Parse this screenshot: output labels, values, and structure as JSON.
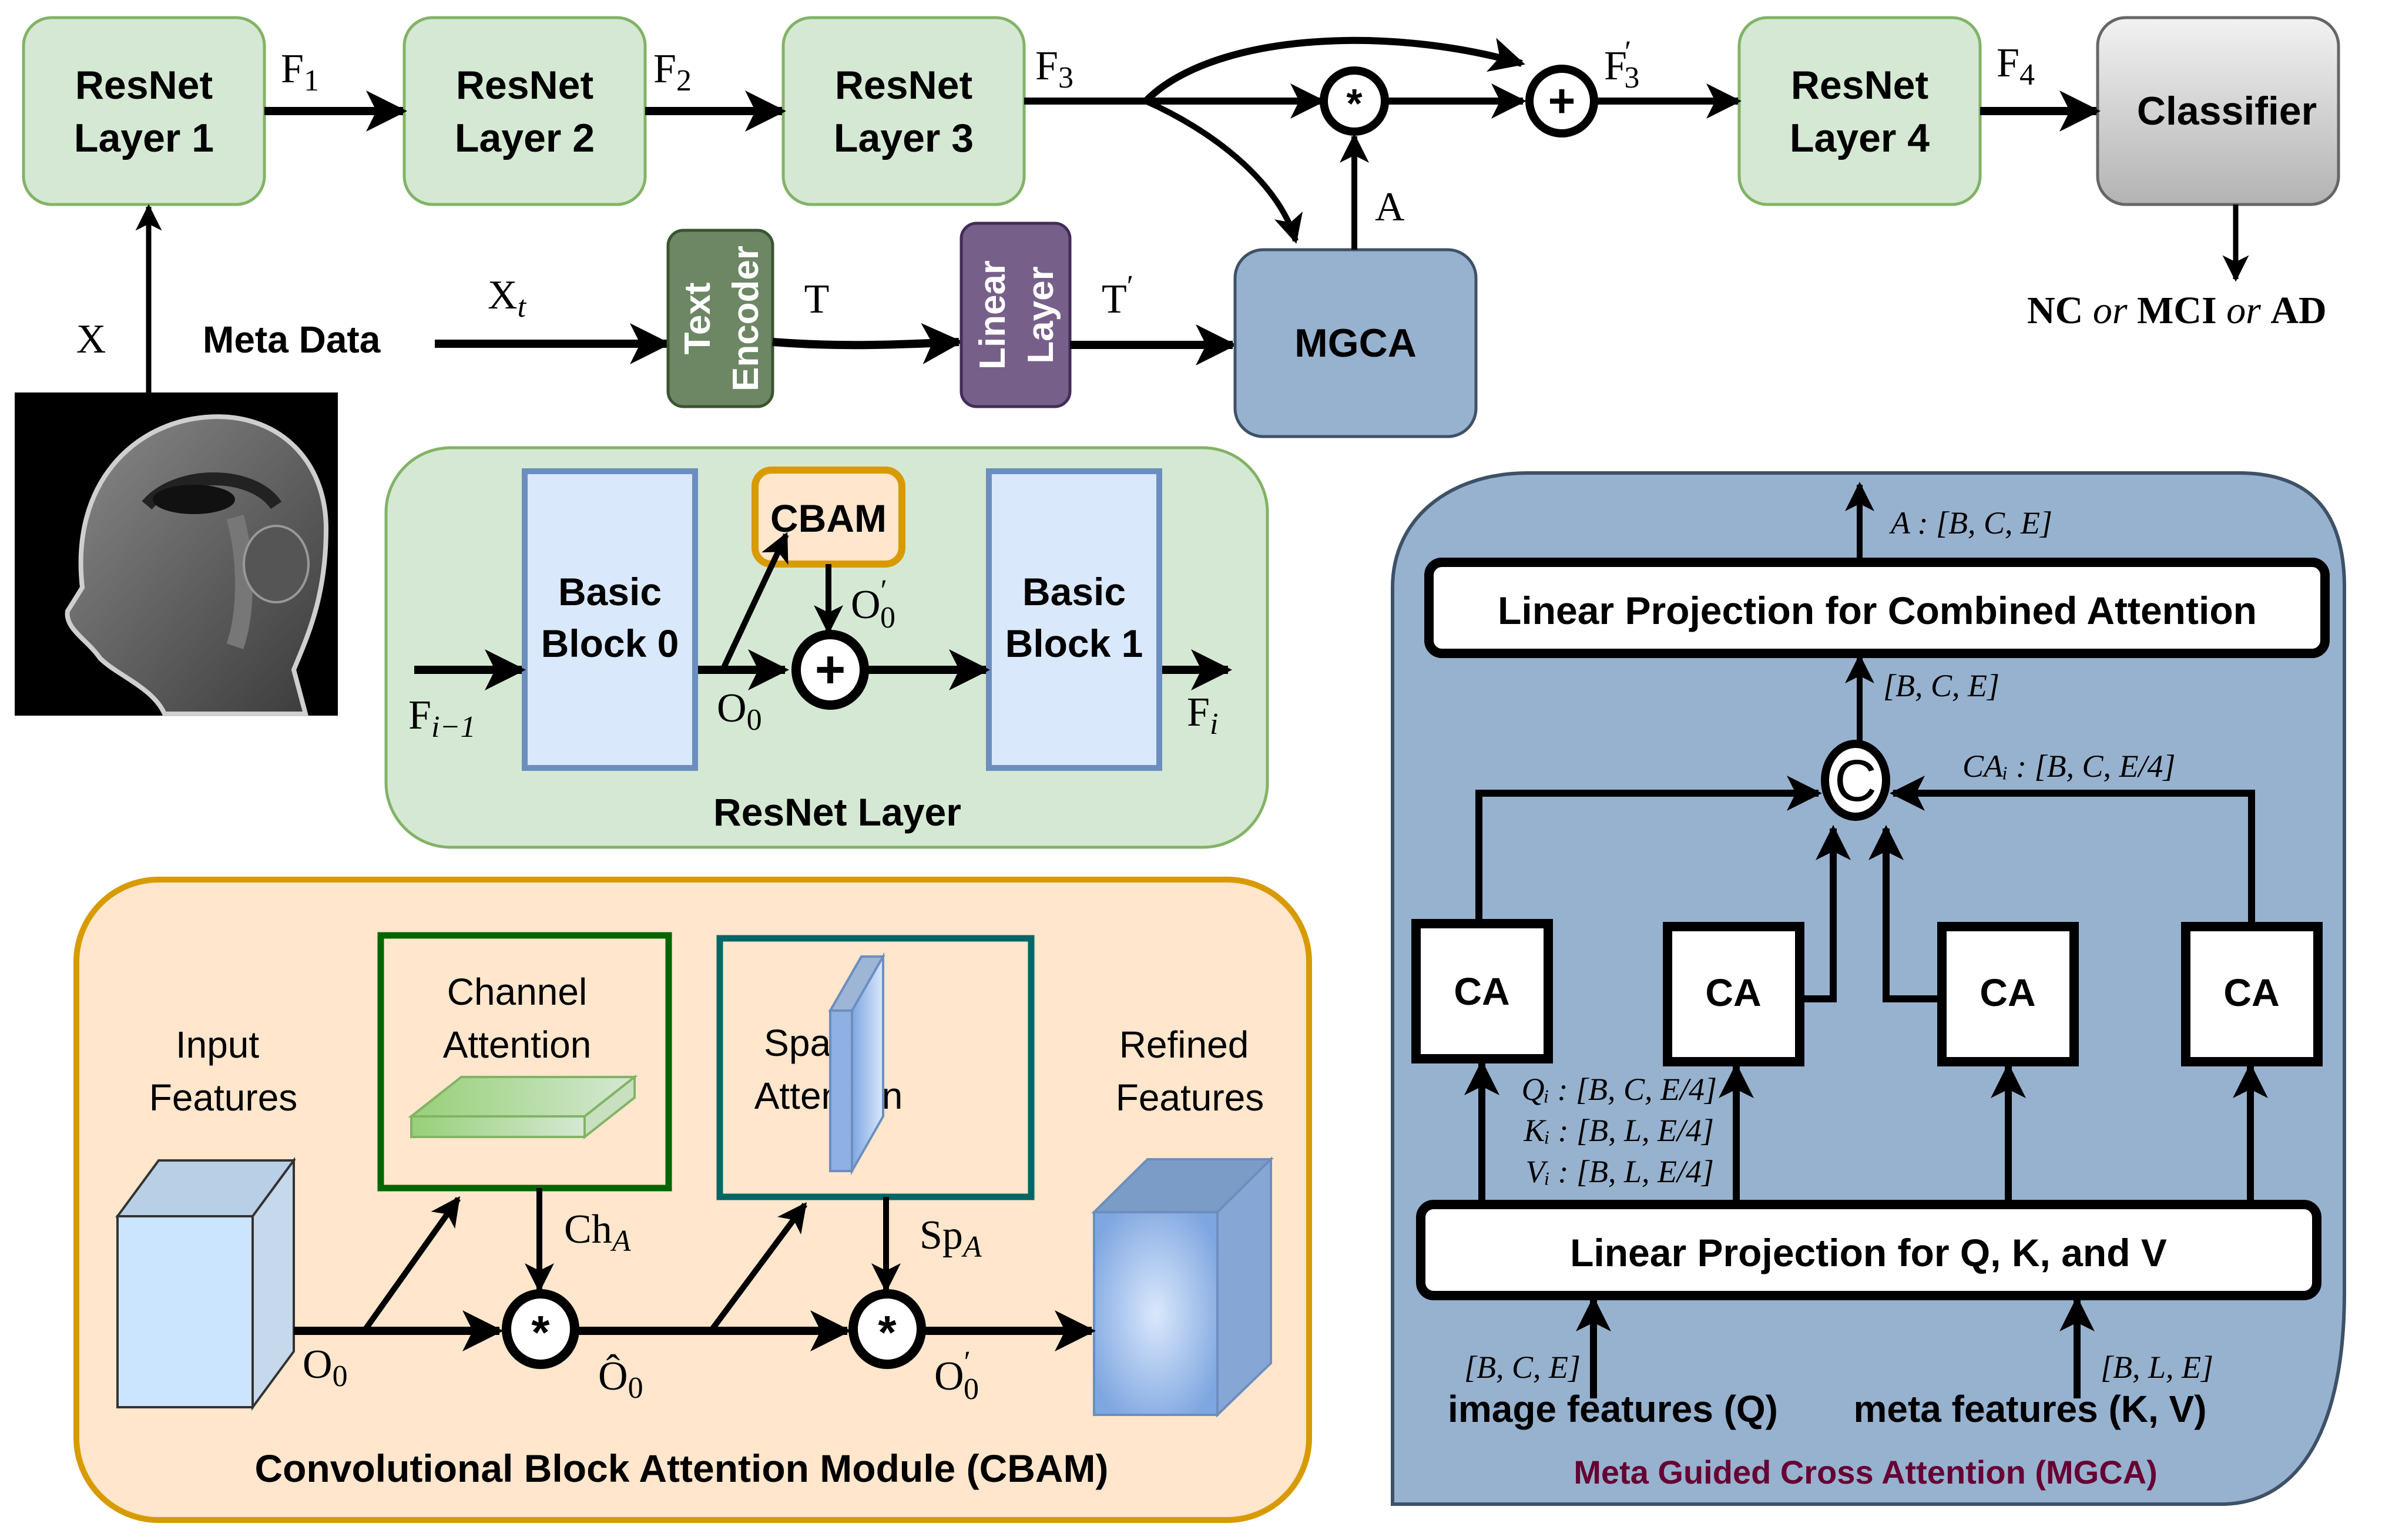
{
  "diagram": {
    "title": "ResNet + CBAM + Meta Guided Cross Attention pipeline for NC / MCI / AD classification",
    "colors": {
      "resnet_fill": "#d5e8d4",
      "resnet_stroke": "#82b366",
      "classifier_fill_top": "#f2f2f2",
      "classifier_fill_bottom": "#b3b3b3",
      "classifier_stroke": "#666666",
      "text_encoder_fill": "#6d8764",
      "text_encoder_stroke": "#3a5431",
      "linear_layer_fill": "#76608a",
      "linear_layer_stroke": "#432d57",
      "mgca_fill": "#97b2cf",
      "mgca_stroke": "#3e5166",
      "cbam_fill": "#ffe6cc",
      "cbam_stroke": "#d79b00",
      "basic_block_fill": "#dae8fc",
      "basic_block_stroke": "#6c8ebf",
      "channel_attention_stroke": "#006600",
      "spatial_attention_stroke": "#006666",
      "mgca_title_color": "#660033"
    },
    "top_pipeline": {
      "resnet_layers": [
        {
          "line1": "ResNet",
          "line2": "Layer 1"
        },
        {
          "line1": "ResNet",
          "line2": "Layer 2"
        },
        {
          "line1": "ResNet",
          "line2": "Layer 3"
        },
        {
          "line1": "ResNet",
          "line2": "Layer 4"
        }
      ],
      "feature_labels": {
        "f1": "F",
        "f1_sub": "1",
        "f2": "F",
        "f2_sub": "2",
        "f3": "F",
        "f3_sub": "3",
        "f3p": "F",
        "f3p_sub": "3",
        "f3p_sup": "′",
        "f4": "F",
        "f4_sub": "4"
      },
      "multiply_op": "*",
      "add_op": "+",
      "attention_label": "A",
      "classifier": "Classifier",
      "output": {
        "c1": "NC",
        "or1": "or",
        "c2": "MCI",
        "or2": "or",
        "c3": "AD"
      },
      "image_input_label": "X",
      "image_icon": "brain-mri-sagittal",
      "meta_data_label": "Meta Data",
      "xt_label": "X",
      "xt_sub": "t",
      "text_encoder": {
        "line1": "Text",
        "line2": "Encoder"
      },
      "t_label": "T",
      "linear_layer": {
        "line1": "Linear",
        "line2": "Layer"
      },
      "tp_label": "T",
      "tp_sup": "′",
      "mgca": "MGCA"
    },
    "resnet_layer_panel": {
      "title": "ResNet Layer",
      "basic_block_0": {
        "line1": "Basic",
        "line2": "Block 0"
      },
      "basic_block_1": {
        "line1": "Basic",
        "line2": "Block 1"
      },
      "cbam": "CBAM",
      "add_op": "+",
      "input_label": "F",
      "input_sub": "i−1",
      "output_label": "F",
      "output_sub": "i",
      "o0_label": "O",
      "o0_sub": "0",
      "o0p_label": "O",
      "o0p_sub": "0",
      "o0p_sup": "′"
    },
    "cbam_panel": {
      "title": "Convolutional Block Attention Module (CBAM)",
      "input_features": {
        "line1": "Input",
        "line2": "Features"
      },
      "channel_attention": {
        "line1": "Channel",
        "line2": "Attention"
      },
      "spatial_attention": {
        "line1": "Spatial",
        "line2": "Attention"
      },
      "refined_features": {
        "line1": "Refined",
        "line2": "Features"
      },
      "multiply_op": "*",
      "o0_label": "O",
      "o0_sub": "0",
      "o0hat_label": "Ô",
      "o0hat_sub": "0",
      "o0p_label": "O",
      "o0p_sub": "0",
      "o0p_sup": "′",
      "ch_label": "Ch",
      "ch_sub": "A",
      "sp_label": "Sp",
      "sp_sub": "A"
    },
    "mgca_panel": {
      "title": "Meta Guided Cross Attention (MGCA)",
      "output_dim": "A : [B, C, E]",
      "combined_projection": "Linear Projection for Combined Attention",
      "concat_dim": "[B, C, E]",
      "concat_op": "C",
      "ca_dim": "CAᵢ : [B, C, E/4]",
      "ca_blocks": [
        "CA",
        "CA",
        "CA",
        "CA"
      ],
      "qkv_dims": [
        "Qᵢ : [B, C, E/4]",
        "Kᵢ : [B, L, E/4]",
        "Vᵢ : [B, L, E/4]"
      ],
      "qkv_projection": "Linear Projection for Q, K, and V",
      "image_features_dim": "[B, C, E]",
      "image_features": "image features (Q)",
      "meta_features_dim": "[B, L, E]",
      "meta_features": "meta features (K, V)"
    }
  }
}
